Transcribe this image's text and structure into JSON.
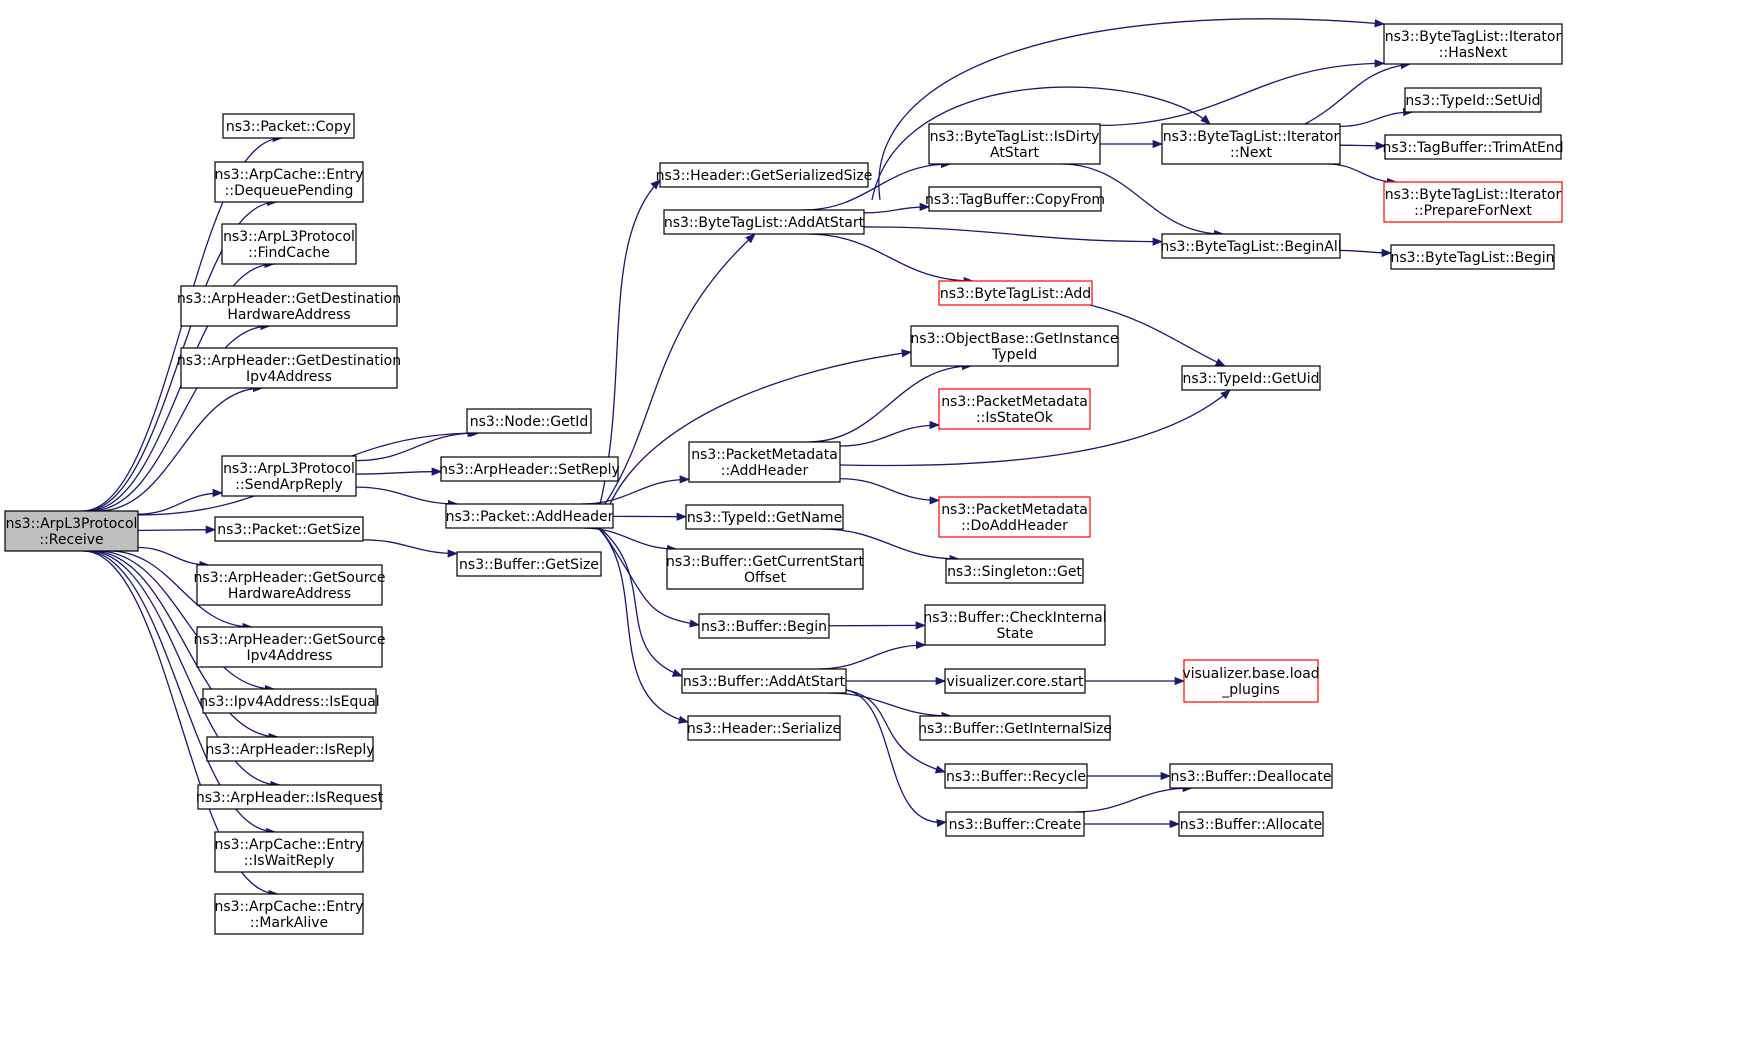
{
  "diagram": {
    "title": "",
    "edge_color": "#191970",
    "node_border_color": "#000000",
    "undocumented_border_color": "#ff0000",
    "root_fill_color": "#bfbfbf",
    "nodes": [
      {
        "id": "receive",
        "lines": [
          "ns3::ArpL3Protocol",
          "::Receive"
        ],
        "kind": "root"
      },
      {
        "id": "pkt_copy",
        "lines": [
          "ns3::Packet::Copy"
        ]
      },
      {
        "id": "dequeue_pending",
        "lines": [
          "ns3::ArpCache::Entry",
          "::DequeuePending"
        ]
      },
      {
        "id": "find_cache",
        "lines": [
          "ns3::ArpL3Protocol",
          "::FindCache"
        ]
      },
      {
        "id": "get_dest_hw",
        "lines": [
          "ns3::ArpHeader::GetDestination",
          "HardwareAddress"
        ]
      },
      {
        "id": "get_dest_ipv4",
        "lines": [
          "ns3::ArpHeader::GetDestination",
          "Ipv4Address"
        ]
      },
      {
        "id": "node_getid",
        "lines": [
          "ns3::Node::GetId"
        ]
      },
      {
        "id": "send_arp_reply",
        "lines": [
          "ns3::ArpL3Protocol",
          "::SendArpReply"
        ]
      },
      {
        "id": "set_reply",
        "lines": [
          "ns3::ArpHeader::SetReply"
        ]
      },
      {
        "id": "pkt_getsize",
        "lines": [
          "ns3::Packet::GetSize"
        ]
      },
      {
        "id": "pkt_addheader",
        "lines": [
          "ns3::Packet::AddHeader"
        ]
      },
      {
        "id": "buf_getsize",
        "lines": [
          "ns3::Buffer::GetSize"
        ]
      },
      {
        "id": "get_src_hw",
        "lines": [
          "ns3::ArpHeader::GetSource",
          "HardwareAddress"
        ]
      },
      {
        "id": "get_src_ipv4",
        "lines": [
          "ns3::ArpHeader::GetSource",
          "Ipv4Address"
        ]
      },
      {
        "id": "ipv4_isequal",
        "lines": [
          "ns3::Ipv4Address::IsEqual"
        ]
      },
      {
        "id": "is_reply",
        "lines": [
          "ns3::ArpHeader::IsReply"
        ]
      },
      {
        "id": "is_request",
        "lines": [
          "ns3::ArpHeader::IsRequest"
        ]
      },
      {
        "id": "is_wait_reply",
        "lines": [
          "ns3::ArpCache::Entry",
          "::IsWaitReply"
        ]
      },
      {
        "id": "mark_alive",
        "lines": [
          "ns3::ArpCache::Entry",
          "::MarkAlive"
        ]
      },
      {
        "id": "hdr_getsersize",
        "lines": [
          "ns3::Header::GetSerializedSize"
        ]
      },
      {
        "id": "btl_addatstart",
        "lines": [
          "ns3::ByteTagList::AddAtStart"
        ]
      },
      {
        "id": "pm_addheader",
        "lines": [
          "ns3::PacketMetadata",
          "::AddHeader"
        ]
      },
      {
        "id": "typeid_getname",
        "lines": [
          "ns3::TypeId::GetName"
        ]
      },
      {
        "id": "buf_getcurstart",
        "lines": [
          "ns3::Buffer::GetCurrentStart",
          "Offset"
        ]
      },
      {
        "id": "buf_begin",
        "lines": [
          "ns3::Buffer::Begin"
        ]
      },
      {
        "id": "buf_addatstart",
        "lines": [
          "ns3::Buffer::AddAtStart"
        ]
      },
      {
        "id": "hdr_serialize",
        "lines": [
          "ns3::Header::Serialize"
        ]
      },
      {
        "id": "btl_isdirty",
        "lines": [
          "ns3::ByteTagList::IsDirty",
          "AtStart"
        ]
      },
      {
        "id": "tagbuf_copyfrom",
        "lines": [
          "ns3::TagBuffer::CopyFrom"
        ]
      },
      {
        "id": "btl_add",
        "lines": [
          "ns3::ByteTagList::Add"
        ],
        "kind": "red"
      },
      {
        "id": "ob_getinstance",
        "lines": [
          "ns3::ObjectBase::GetInstance",
          "TypeId"
        ]
      },
      {
        "id": "pm_isstateok",
        "lines": [
          "ns3::PacketMetadata",
          "::IsStateOk"
        ],
        "kind": "red"
      },
      {
        "id": "pm_doaddheader",
        "lines": [
          "ns3::PacketMetadata",
          "::DoAddHeader"
        ],
        "kind": "red"
      },
      {
        "id": "singleton_get",
        "lines": [
          "ns3::Singleton::Get"
        ]
      },
      {
        "id": "buf_checkinternal",
        "lines": [
          "ns3::Buffer::CheckInternal",
          "State"
        ]
      },
      {
        "id": "viz_core_start",
        "lines": [
          "visualizer.core.start"
        ]
      },
      {
        "id": "buf_getinternalsize",
        "lines": [
          "ns3::Buffer::GetInternalSize"
        ]
      },
      {
        "id": "buf_recycle",
        "lines": [
          "ns3::Buffer::Recycle"
        ]
      },
      {
        "id": "buf_create",
        "lines": [
          "ns3::Buffer::Create"
        ]
      },
      {
        "id": "btli_hasnext",
        "lines": [
          "ns3::ByteTagList::Iterator",
          "::HasNext"
        ]
      },
      {
        "id": "btli_next",
        "lines": [
          "ns3::ByteTagList::Iterator",
          "::Next"
        ]
      },
      {
        "id": "btl_beginall",
        "lines": [
          "ns3::ByteTagList::BeginAll"
        ]
      },
      {
        "id": "typeid_getuid",
        "lines": [
          "ns3::TypeId::GetUid"
        ]
      },
      {
        "id": "viz_base_load",
        "lines": [
          "visualizer.base.load",
          "_plugins"
        ],
        "kind": "red"
      },
      {
        "id": "buf_deallocate",
        "lines": [
          "ns3::Buffer::Deallocate"
        ]
      },
      {
        "id": "buf_allocate",
        "lines": [
          "ns3::Buffer::Allocate"
        ]
      },
      {
        "id": "typeid_setuid",
        "lines": [
          "ns3::TypeId::SetUid"
        ]
      },
      {
        "id": "tagbuf_trimatend",
        "lines": [
          "ns3::TagBuffer::TrimAtEnd"
        ]
      },
      {
        "id": "btli_prepare",
        "lines": [
          "ns3::ByteTagList::Iterator",
          "::PrepareForNext"
        ],
        "kind": "red"
      },
      {
        "id": "btl_begin",
        "lines": [
          "ns3::ByteTagList::Begin"
        ]
      }
    ],
    "edges": [
      {
        "from": "receive",
        "to": "pkt_copy"
      },
      {
        "from": "receive",
        "to": "dequeue_pending"
      },
      {
        "from": "receive",
        "to": "find_cache"
      },
      {
        "from": "receive",
        "to": "get_dest_hw"
      },
      {
        "from": "receive",
        "to": "get_dest_ipv4"
      },
      {
        "from": "receive",
        "to": "node_getid"
      },
      {
        "from": "receive",
        "to": "send_arp_reply"
      },
      {
        "from": "receive",
        "to": "pkt_getsize"
      },
      {
        "from": "receive",
        "to": "get_src_hw"
      },
      {
        "from": "receive",
        "to": "get_src_ipv4"
      },
      {
        "from": "receive",
        "to": "ipv4_isequal"
      },
      {
        "from": "receive",
        "to": "is_reply"
      },
      {
        "from": "receive",
        "to": "is_request"
      },
      {
        "from": "receive",
        "to": "is_wait_reply"
      },
      {
        "from": "receive",
        "to": "mark_alive"
      },
      {
        "from": "send_arp_reply",
        "to": "node_getid"
      },
      {
        "from": "send_arp_reply",
        "to": "set_reply"
      },
      {
        "from": "send_arp_reply",
        "to": "pkt_addheader"
      },
      {
        "from": "pkt_getsize",
        "to": "buf_getsize"
      },
      {
        "from": "pkt_addheader",
        "to": "hdr_getsersize"
      },
      {
        "from": "pkt_addheader",
        "to": "btl_addatstart"
      },
      {
        "from": "pkt_addheader",
        "to": "ob_getinstance"
      },
      {
        "from": "pkt_addheader",
        "to": "pm_addheader"
      },
      {
        "from": "pkt_addheader",
        "to": "typeid_getname"
      },
      {
        "from": "pkt_addheader",
        "to": "buf_getcurstart"
      },
      {
        "from": "pkt_addheader",
        "to": "buf_begin"
      },
      {
        "from": "pkt_addheader",
        "to": "buf_addatstart"
      },
      {
        "from": "pkt_addheader",
        "to": "hdr_serialize"
      },
      {
        "from": "btl_addatstart",
        "to": "btli_hasnext"
      },
      {
        "from": "btl_addatstart",
        "to": "btli_next"
      },
      {
        "from": "btl_addatstart",
        "to": "btl_isdirty"
      },
      {
        "from": "btl_addatstart",
        "to": "tagbuf_copyfrom"
      },
      {
        "from": "btl_addatstart",
        "to": "btl_beginall"
      },
      {
        "from": "btl_addatstart",
        "to": "btl_add"
      },
      {
        "from": "btl_isdirty",
        "to": "btli_hasnext"
      },
      {
        "from": "btl_isdirty",
        "to": "btli_next"
      },
      {
        "from": "btl_isdirty",
        "to": "btl_beginall"
      },
      {
        "from": "btli_next",
        "to": "btli_hasnext"
      },
      {
        "from": "btli_next",
        "to": "typeid_setuid"
      },
      {
        "from": "btli_next",
        "to": "tagbuf_trimatend"
      },
      {
        "from": "btli_next",
        "to": "btli_prepare"
      },
      {
        "from": "btl_beginall",
        "to": "btl_begin"
      },
      {
        "from": "btl_add",
        "to": "typeid_getuid"
      },
      {
        "from": "pm_addheader",
        "to": "ob_getinstance"
      },
      {
        "from": "pm_addheader",
        "to": "pm_isstateok"
      },
      {
        "from": "pm_addheader",
        "to": "typeid_getuid"
      },
      {
        "from": "pm_addheader",
        "to": "pm_doaddheader"
      },
      {
        "from": "typeid_getname",
        "to": "singleton_get"
      },
      {
        "from": "buf_begin",
        "to": "buf_checkinternal"
      },
      {
        "from": "buf_addatstart",
        "to": "buf_checkinternal"
      },
      {
        "from": "buf_addatstart",
        "to": "viz_core_start"
      },
      {
        "from": "buf_addatstart",
        "to": "buf_getinternalsize"
      },
      {
        "from": "buf_addatstart",
        "to": "buf_recycle"
      },
      {
        "from": "buf_addatstart",
        "to": "buf_create"
      },
      {
        "from": "viz_core_start",
        "to": "viz_base_load"
      },
      {
        "from": "buf_recycle",
        "to": "buf_deallocate"
      },
      {
        "from": "buf_create",
        "to": "buf_deallocate"
      },
      {
        "from": "buf_create",
        "to": "buf_allocate"
      }
    ]
  }
}
